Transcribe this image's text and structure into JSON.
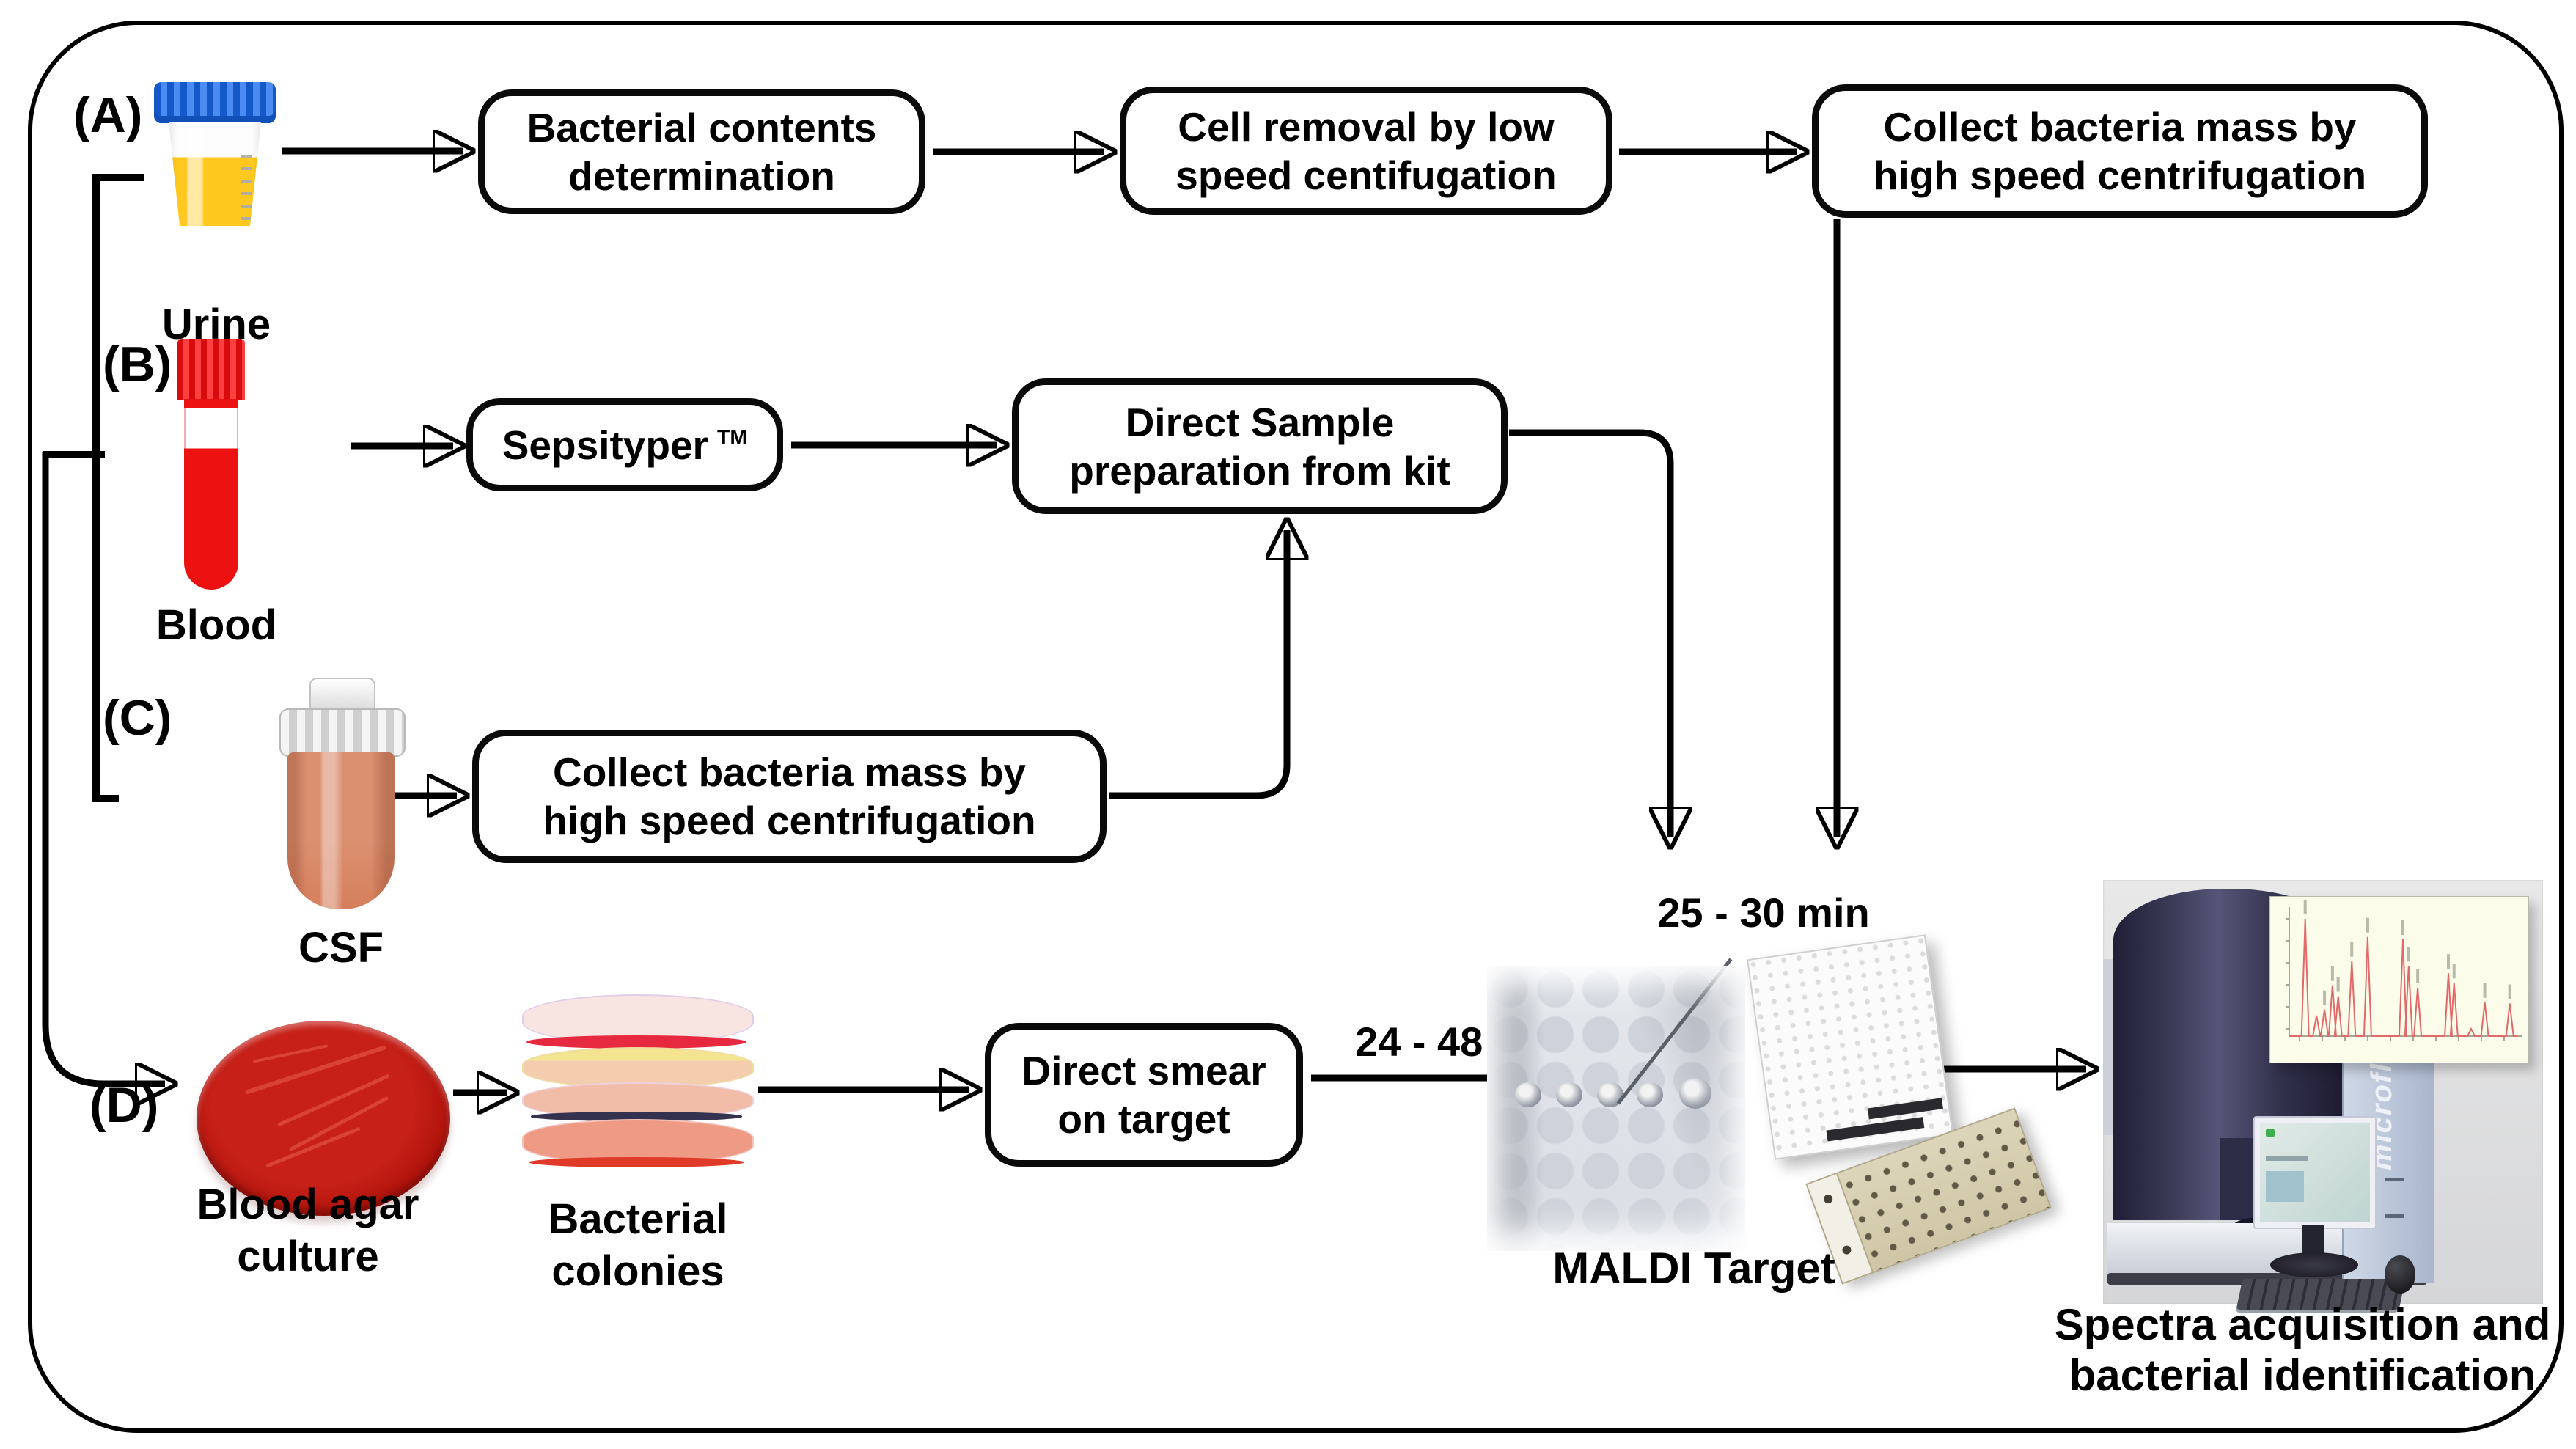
{
  "panels": {
    "A": {
      "tag": "(A)",
      "sample": "Urine"
    },
    "B": {
      "tag": "(B)",
      "sample": "Blood"
    },
    "C": {
      "tag": "(C)",
      "sample": "CSF"
    },
    "D": {
      "tag": "(D)",
      "sample_line1": "Blood agar",
      "sample_line2": "culture"
    }
  },
  "boxes": {
    "bacterial_contents": {
      "line1": "Bacterial contents",
      "line2": "determination"
    },
    "cell_removal": {
      "line1": "Cell removal by low",
      "line2": "speed centifugation"
    },
    "collect_top": {
      "line1": "Collect bacteria mass by",
      "line2": "high speed centrifugation"
    },
    "sepsityper": {
      "name": "Sepsityper",
      "tm": "TM"
    },
    "direct_sample": {
      "line1": "Direct Sample",
      "line2": "preparation from kit"
    },
    "collect_csf": {
      "line1": "Collect bacteria mass by",
      "line2": "high speed centrifugation"
    },
    "direct_smear": {
      "line1": "Direct smear",
      "line2": "on target"
    }
  },
  "labels": {
    "colonies_line1": "Bacterial",
    "colonies_line2": "colonies",
    "time_culture": "24 - 48 h",
    "time_direct": "25 - 30 min",
    "maldi_target": "MALDI Target",
    "caption_line1": "Spectra acquisition and",
    "caption_line2": "bacterial identification",
    "instrument_brand": "microflex"
  },
  "colors": {
    "urine_cap_blue": "#1a6ae0",
    "urine_fluid_yellow": "#ffc81e",
    "blood_red": "#ee1111",
    "csf_salmon": "#d98a68",
    "agar_red": "#b61410",
    "spectrum_bg": "#fcfcea",
    "spectrum_peak": "#e06a6a",
    "instrument_panel_blue": "#b9c5d9",
    "line_black": "#000000"
  },
  "spectrum_peaks": [
    [
      0.07,
      0.97
    ],
    [
      0.12,
      0.17
    ],
    [
      0.155,
      0.22
    ],
    [
      0.19,
      0.42
    ],
    [
      0.215,
      0.33
    ],
    [
      0.275,
      0.62
    ],
    [
      0.345,
      0.82
    ],
    [
      0.5,
      0.8
    ],
    [
      0.525,
      0.58
    ],
    [
      0.565,
      0.4
    ],
    [
      0.7,
      0.52
    ],
    [
      0.725,
      0.44
    ],
    [
      0.8,
      0.06
    ],
    [
      0.86,
      0.28
    ],
    [
      0.97,
      0.27
    ]
  ]
}
